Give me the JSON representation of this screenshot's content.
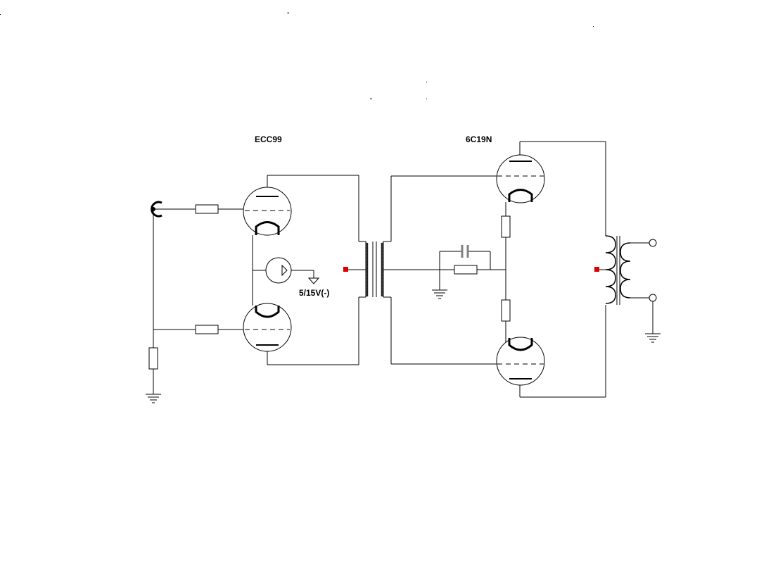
{
  "labels": {
    "driver_tube": "ECC99",
    "output_tube": "6C19N",
    "bias_supply": "5/15V(-)"
  },
  "colors": {
    "wire": "#000000",
    "node_marker": "#e00000",
    "capacitor": "#808080",
    "background": "#ffffff"
  }
}
